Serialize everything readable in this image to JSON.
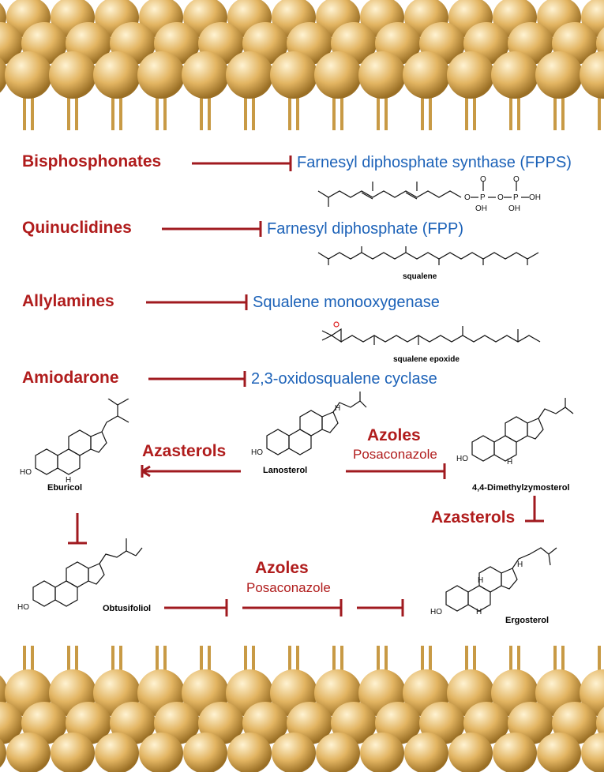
{
  "inhibitors": {
    "bisphosphonates": "Bisphosphonates",
    "quinuclidines": "Quinuclidines",
    "allylamines": "Allylamines",
    "amiodarone": "Amiodarone",
    "azasterols_left": "Azasterols",
    "azoles_right": "Azoles",
    "posaconazole_right": "Posaconazole",
    "azasterols_right": "Azasterols",
    "azoles_bottom": "Azoles",
    "posaconazole_bottom": "Posaconazole"
  },
  "targets": {
    "fpps": "Farnesyl diphosphate synthase (FPPS)",
    "fpp": "Farnesyl diphosphate (FPP)",
    "sqmo": "Squalene monooxygenase",
    "cyclase": "2,3-oxidosqualene cyclase"
  },
  "molecules": {
    "squalene": "squalene",
    "squalene_epoxide": "squalene epoxide",
    "eburicol": "Eburicol",
    "lanosterol": "Lanosterol",
    "dimethylzymosterol": "4,4-Dimethylzymosterol",
    "obtusifoliol": "Obtusifoliol",
    "ergosterol": "Ergosterol"
  },
  "structure_labels": {
    "o": "O",
    "oh": "OH",
    "p": "P",
    "ho": "HO",
    "h": "H"
  },
  "colors": {
    "inhibitor": "#b01c1c",
    "target": "#1c62b8",
    "arrow": "#a01a1f",
    "lipid_head": "#e2b461",
    "lipid_tail": "#c89a45"
  }
}
